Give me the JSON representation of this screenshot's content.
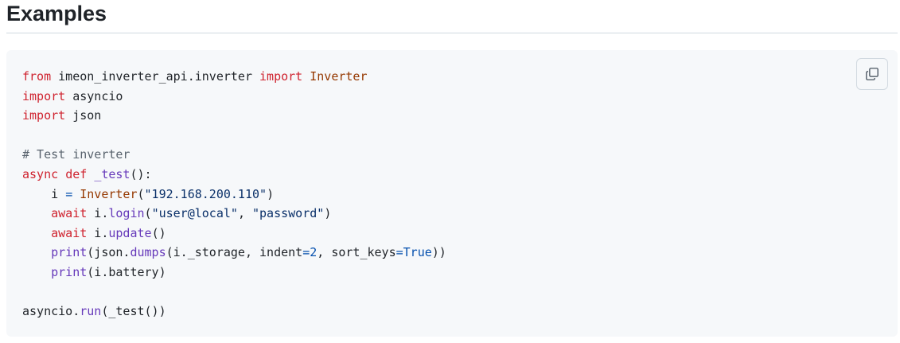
{
  "section": {
    "heading": "Examples"
  },
  "code": {
    "language": "python",
    "copy_icon": "copy-icon",
    "lines": [
      [
        {
          "t": "kw",
          "v": "from"
        },
        {
          "t": "plain",
          "v": " imeon_inverter_api.inverter "
        },
        {
          "t": "kw",
          "v": "import"
        },
        {
          "t": "plain",
          "v": " "
        },
        {
          "t": "cls",
          "v": "Inverter"
        }
      ],
      [
        {
          "t": "kw",
          "v": "import"
        },
        {
          "t": "plain",
          "v": " asyncio"
        }
      ],
      [
        {
          "t": "kw",
          "v": "import"
        },
        {
          "t": "plain",
          "v": " json"
        }
      ],
      [],
      [
        {
          "t": "com",
          "v": "# Test inverter"
        }
      ],
      [
        {
          "t": "kw",
          "v": "async"
        },
        {
          "t": "plain",
          "v": " "
        },
        {
          "t": "kw",
          "v": "def"
        },
        {
          "t": "plain",
          "v": " "
        },
        {
          "t": "fn",
          "v": "_test"
        },
        {
          "t": "plain",
          "v": "():"
        }
      ],
      [
        {
          "t": "plain",
          "v": "    i "
        },
        {
          "t": "op",
          "v": "="
        },
        {
          "t": "plain",
          "v": " "
        },
        {
          "t": "cls",
          "v": "Inverter"
        },
        {
          "t": "plain",
          "v": "("
        },
        {
          "t": "str",
          "v": "\"192.168.200.110\""
        },
        {
          "t": "plain",
          "v": ")"
        }
      ],
      [
        {
          "t": "plain",
          "v": "    "
        },
        {
          "t": "kw",
          "v": "await"
        },
        {
          "t": "plain",
          "v": " i."
        },
        {
          "t": "fn",
          "v": "login"
        },
        {
          "t": "plain",
          "v": "("
        },
        {
          "t": "str",
          "v": "\"user@local\""
        },
        {
          "t": "plain",
          "v": ", "
        },
        {
          "t": "str",
          "v": "\"password\""
        },
        {
          "t": "plain",
          "v": ")"
        }
      ],
      [
        {
          "t": "plain",
          "v": "    "
        },
        {
          "t": "kw",
          "v": "await"
        },
        {
          "t": "plain",
          "v": " i."
        },
        {
          "t": "fn",
          "v": "update"
        },
        {
          "t": "plain",
          "v": "()"
        }
      ],
      [
        {
          "t": "plain",
          "v": "    "
        },
        {
          "t": "fn",
          "v": "print"
        },
        {
          "t": "plain",
          "v": "(json."
        },
        {
          "t": "fn",
          "v": "dumps"
        },
        {
          "t": "plain",
          "v": "(i._storage, indent"
        },
        {
          "t": "op",
          "v": "="
        },
        {
          "t": "num",
          "v": "2"
        },
        {
          "t": "plain",
          "v": ", sort_keys"
        },
        {
          "t": "op",
          "v": "="
        },
        {
          "t": "num",
          "v": "True"
        },
        {
          "t": "plain",
          "v": "))"
        }
      ],
      [
        {
          "t": "plain",
          "v": "    "
        },
        {
          "t": "fn",
          "v": "print"
        },
        {
          "t": "plain",
          "v": "(i.battery)"
        }
      ],
      [],
      [
        {
          "t": "plain",
          "v": "asyncio."
        },
        {
          "t": "fn",
          "v": "run"
        },
        {
          "t": "plain",
          "v": "(_test())"
        }
      ]
    ]
  },
  "colors": {
    "keyword": "#cf222e",
    "class": "#953800",
    "function": "#6639ba",
    "string": "#0a3069",
    "number": "#0550ae",
    "comment": "#59636e",
    "code_background": "#f6f8fa"
  }
}
